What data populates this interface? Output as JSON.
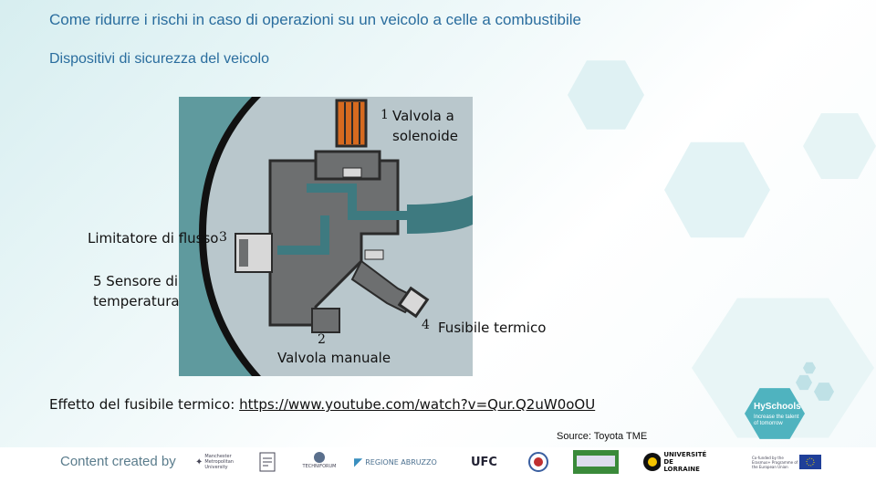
{
  "slide": {
    "title": "Come ridurre i rischi in caso di operazioni su un veicolo a celle a combustibile",
    "subtitle": "Dispositivi di sicurezza del veicolo"
  },
  "diagram": {
    "callouts": {
      "solenoid_num": "1",
      "solenoid_line1": "Valvola a",
      "solenoid_line2": "solenoide",
      "flow_label": "Limitatore di flusso",
      "flow_num": "3",
      "sensor_line1": "5 Sensore di",
      "sensor_line2": "temperatura",
      "fuse_num": "4",
      "fuse_label": "Fusibile termico",
      "manual_num": "2",
      "manual_label": "Valvola manuale"
    }
  },
  "effect": {
    "prefix": "Effetto del fusibile termico: ",
    "link_text": "https://www.youtube.com/watch?v=Qur.Q2uW0oOU"
  },
  "source": "Source: Toyota TME",
  "footer": {
    "created_by": "Content created by",
    "logos": {
      "manchester": "Manchester Metropolitan University",
      "techniforum": "TECHNIFORUM",
      "regione": "REGIONE ABRUZZO",
      "ufc": "UFC",
      "lorraine_line1": "UNIVERSITÉ",
      "lorraine_line2": "DE LORRAINE",
      "eu_text": "Co-funded by the Erasmus+ Programme of the European Union"
    },
    "hyschools": {
      "name": "HySchools",
      "tagline": "Increase the talent of tomorrow"
    }
  },
  "colors": {
    "title": "#2a6d9e",
    "accent": "#4fb3bf",
    "pipe": "#3e7a80"
  }
}
